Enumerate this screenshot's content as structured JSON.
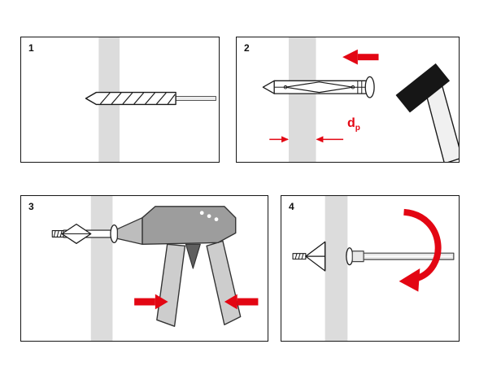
{
  "figure": {
    "type": "instruction-diagram",
    "subject": "hollow-wall-anchor-installation-steps",
    "background": "#ffffff",
    "panel_border_color": "#161616"
  },
  "colors": {
    "accent_red": "#e30613",
    "wall_fill": "#dcdcdc",
    "outline_black": "#1a1a1a",
    "tool_body_gray": "#9d9d9d",
    "tool_handle_gray": "#cdcdcd",
    "hammer_head_black": "#161616",
    "metal_white": "#ffffff",
    "shaft_gray": "#e8e8e8"
  },
  "panels": [
    {
      "number": "1",
      "icons": [
        "wall-cross-section",
        "drill-bit-icon"
      ]
    },
    {
      "number": "2",
      "icons": [
        "wall-cross-section",
        "anchor-icon",
        "arrow-left-icon",
        "hammer-icon",
        "dimension-arrows-icon"
      ],
      "dimension_label": {
        "base": "d",
        "subscript": "p"
      }
    },
    {
      "number": "3",
      "icons": [
        "wall-cross-section",
        "expanded-anchor-icon",
        "setting-tool-icon",
        "arrow-right-icon",
        "arrow-left-icon"
      ]
    },
    {
      "number": "4",
      "icons": [
        "wall-cross-section",
        "collapsed-anchor-icon",
        "screw-icon",
        "rotation-arrow-icon"
      ]
    }
  ]
}
